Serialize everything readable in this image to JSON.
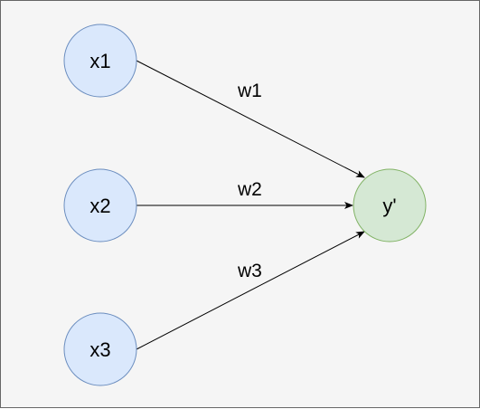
{
  "diagram": {
    "inputs": [
      {
        "id": "x1",
        "label": "x1"
      },
      {
        "id": "x2",
        "label": "x2"
      },
      {
        "id": "x3",
        "label": "x3"
      }
    ],
    "output": {
      "id": "y",
      "label": "y'"
    },
    "edges": [
      {
        "from": "x1",
        "to": "y",
        "label": "w1"
      },
      {
        "from": "x2",
        "to": "y",
        "label": "w2"
      },
      {
        "from": "x3",
        "to": "y",
        "label": "w3"
      }
    ],
    "colors": {
      "input_fill": "#dae8fc",
      "input_stroke": "#6c8ebf",
      "output_fill": "#d5e8d4",
      "output_stroke": "#82b366",
      "edge": "#000000",
      "background": "#f5f5f5"
    }
  }
}
